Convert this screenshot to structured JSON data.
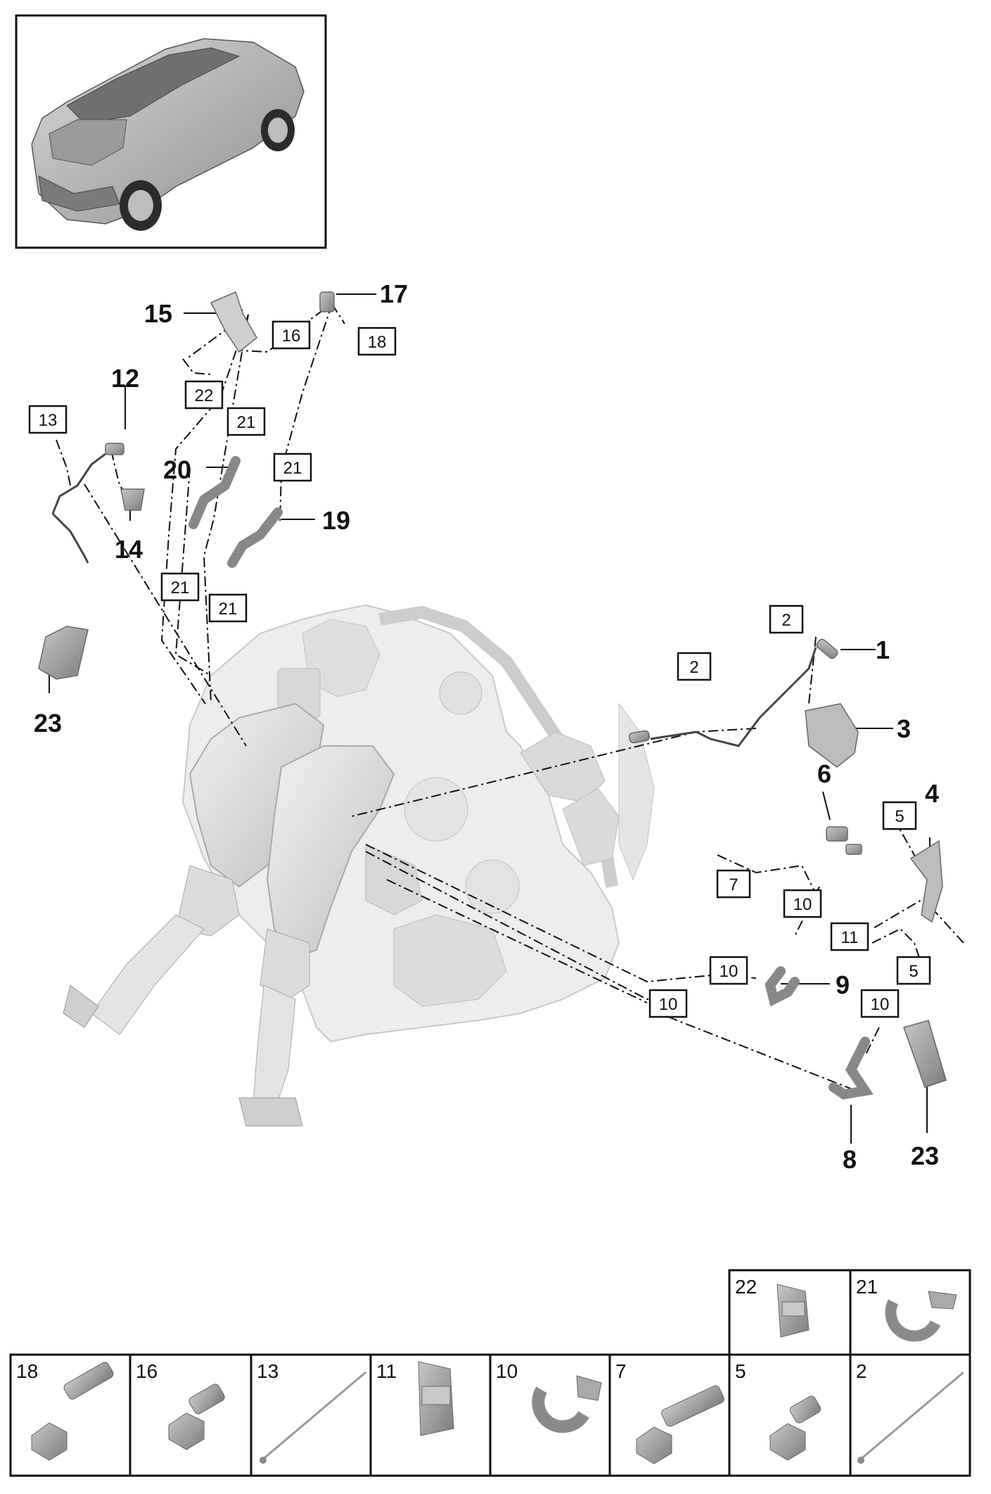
{
  "callouts": {
    "n1": "1",
    "n3": "3",
    "n4": "4",
    "n6": "6",
    "n8": "8",
    "n9": "9",
    "n12": "12",
    "n14": "14",
    "n15": "15",
    "n17": "17",
    "n19": "19",
    "n20": "20",
    "n23a": "23",
    "n23b": "23"
  },
  "boxed": {
    "b2a": "2",
    "b2b": "2",
    "b5a": "5",
    "b5b": "5",
    "b7": "7",
    "b10a": "10",
    "b10b": "10",
    "b10c": "10",
    "b10d": "10",
    "b11": "11",
    "b13": "13",
    "b16": "16",
    "b18": "18",
    "b21a": "21",
    "b21b": "21",
    "b21c": "21",
    "b21d": "21",
    "b22": "22"
  },
  "legend": {
    "top_row": [
      "22",
      "21"
    ],
    "bottom_row": [
      "18",
      "16",
      "13",
      "11",
      "10",
      "7",
      "5",
      "2"
    ]
  }
}
